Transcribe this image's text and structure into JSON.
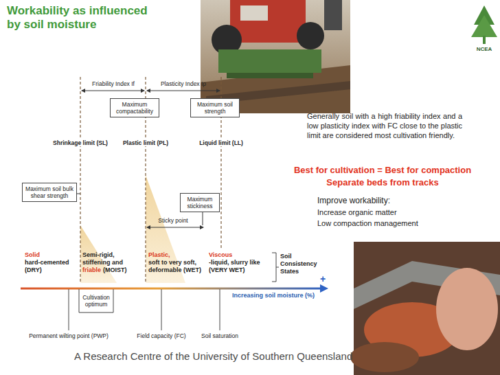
{
  "diagram": {
    "title": "Workability as influenced by soil moisture",
    "nodes": [
      {
        "text": [
          "Maximum compactability"
        ]
      },
      {
        "text": [
          "Maximum soil strength"
        ]
      },
      {
        "text": [
          "Maximum soil bulk shear strength"
        ]
      },
      {
        "text": [
          "Maximum stickiness"
        ]
      }
    ],
    "labels": [
      "NCEA",
      "Friability Index If",
      "Plasticity Index Ip",
      "Shrinkage limit (SL)",
      "Plastic limit (PL)",
      "Liquid limit (LL)",
      "Generally soil with a high friability index and a low plasticity index with FC close to the plastic limit are considered most cultivation friendly.",
      "Best for cultivation = Best for compaction",
      "Separate beds from tracks",
      "Improve workability:",
      "Increase organic matter",
      "Low compaction management",
      "Sticky point",
      "Solid",
      "hard-cemented (DRY)",
      "Semi-rigid, stiffening and",
      "friable",
      "(MOIST)",
      "Plastic,",
      "soft to very soft, deformable (WET)",
      "Viscous",
      "-liquid, slurry like (VERY WET)",
      "Soil Consistency States",
      "+",
      "Increasing soil moisture (%)",
      "Cultivation optimum",
      "Permanent wilting point (PWP)",
      "Field capacity (FC)",
      "Soil saturation",
      "A Research Centre of the University of Southern Queensland"
    ]
  }
}
